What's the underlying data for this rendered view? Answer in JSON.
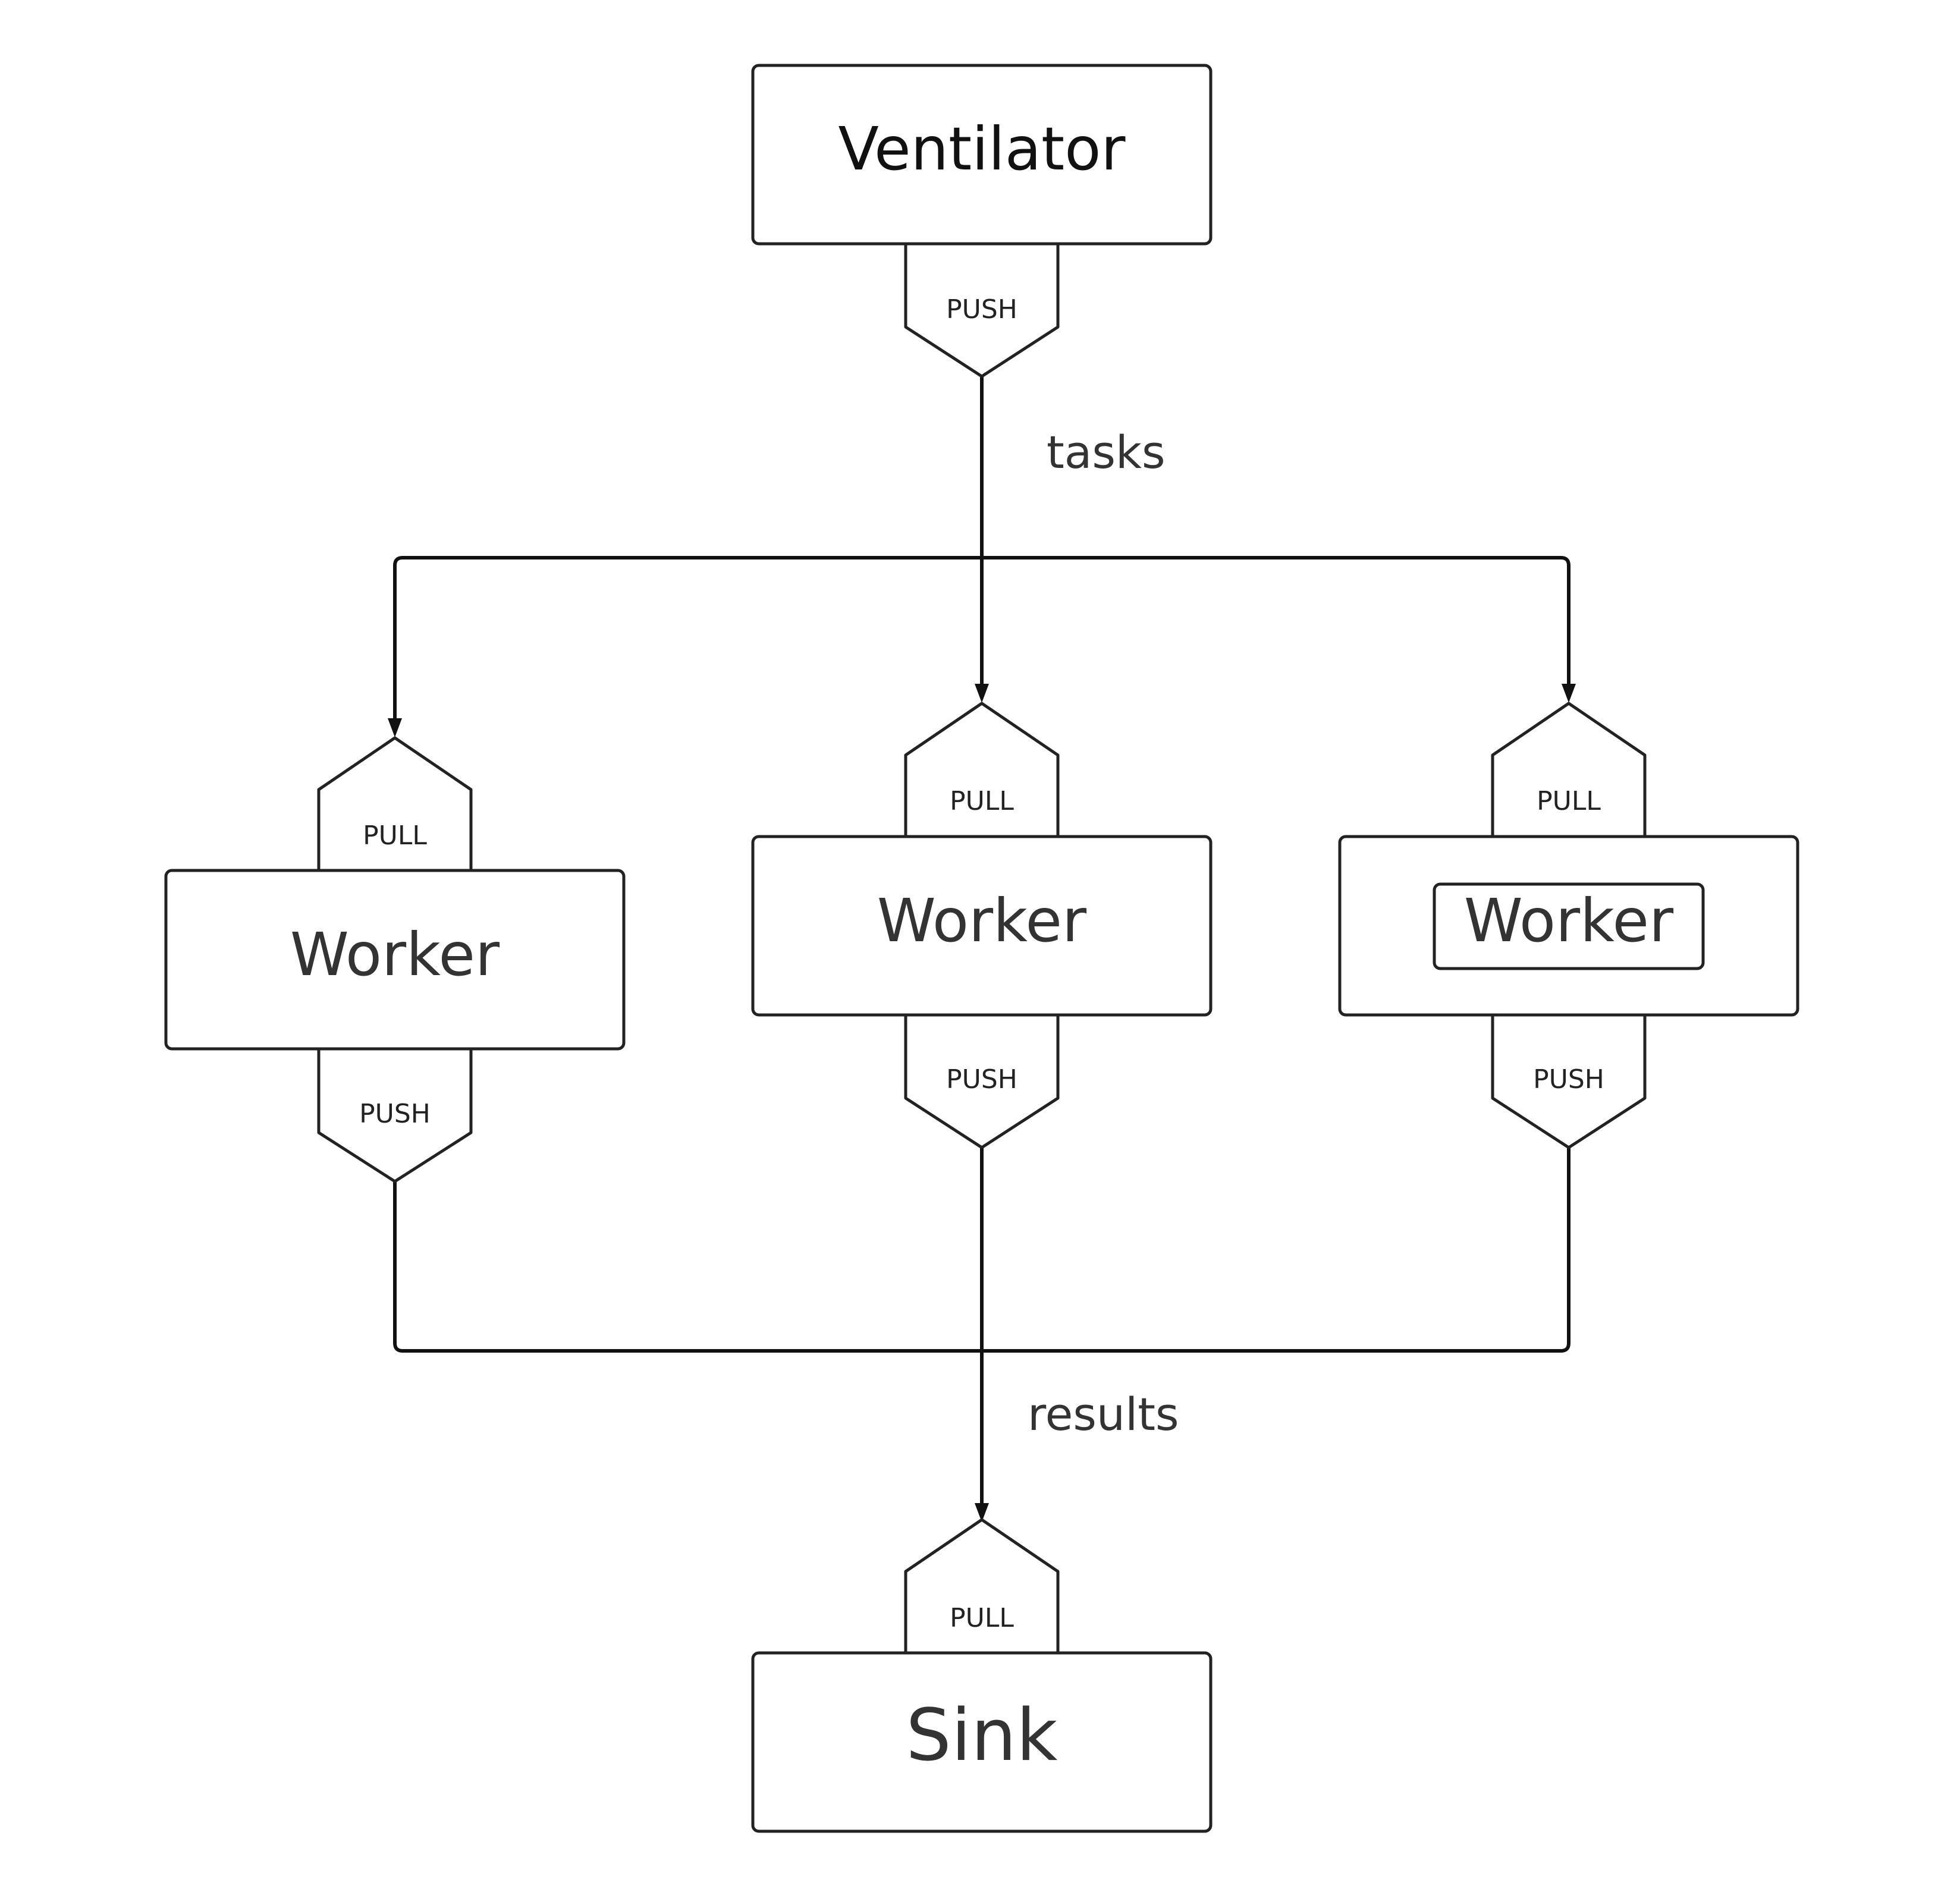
{
  "diagram": {
    "nodes": {
      "ventilator": {
        "label": "Ventilator",
        "socket": "PUSH"
      },
      "worker_left": {
        "label": "Worker",
        "socket_in": "PULL",
        "socket_out": "PUSH"
      },
      "worker_center": {
        "label": "Worker",
        "socket_in": "PULL",
        "socket_out": "PUSH"
      },
      "worker_right": {
        "label": "Worker",
        "socket_in": "PULL",
        "socket_out": "PUSH"
      },
      "sink": {
        "label": "Sink",
        "socket": "PULL"
      }
    },
    "edges": {
      "tasks_label": "tasks",
      "results_label": "results"
    }
  },
  "colors": {
    "stroke": "#222222",
    "text": "#333333",
    "background": "#ffffff"
  }
}
